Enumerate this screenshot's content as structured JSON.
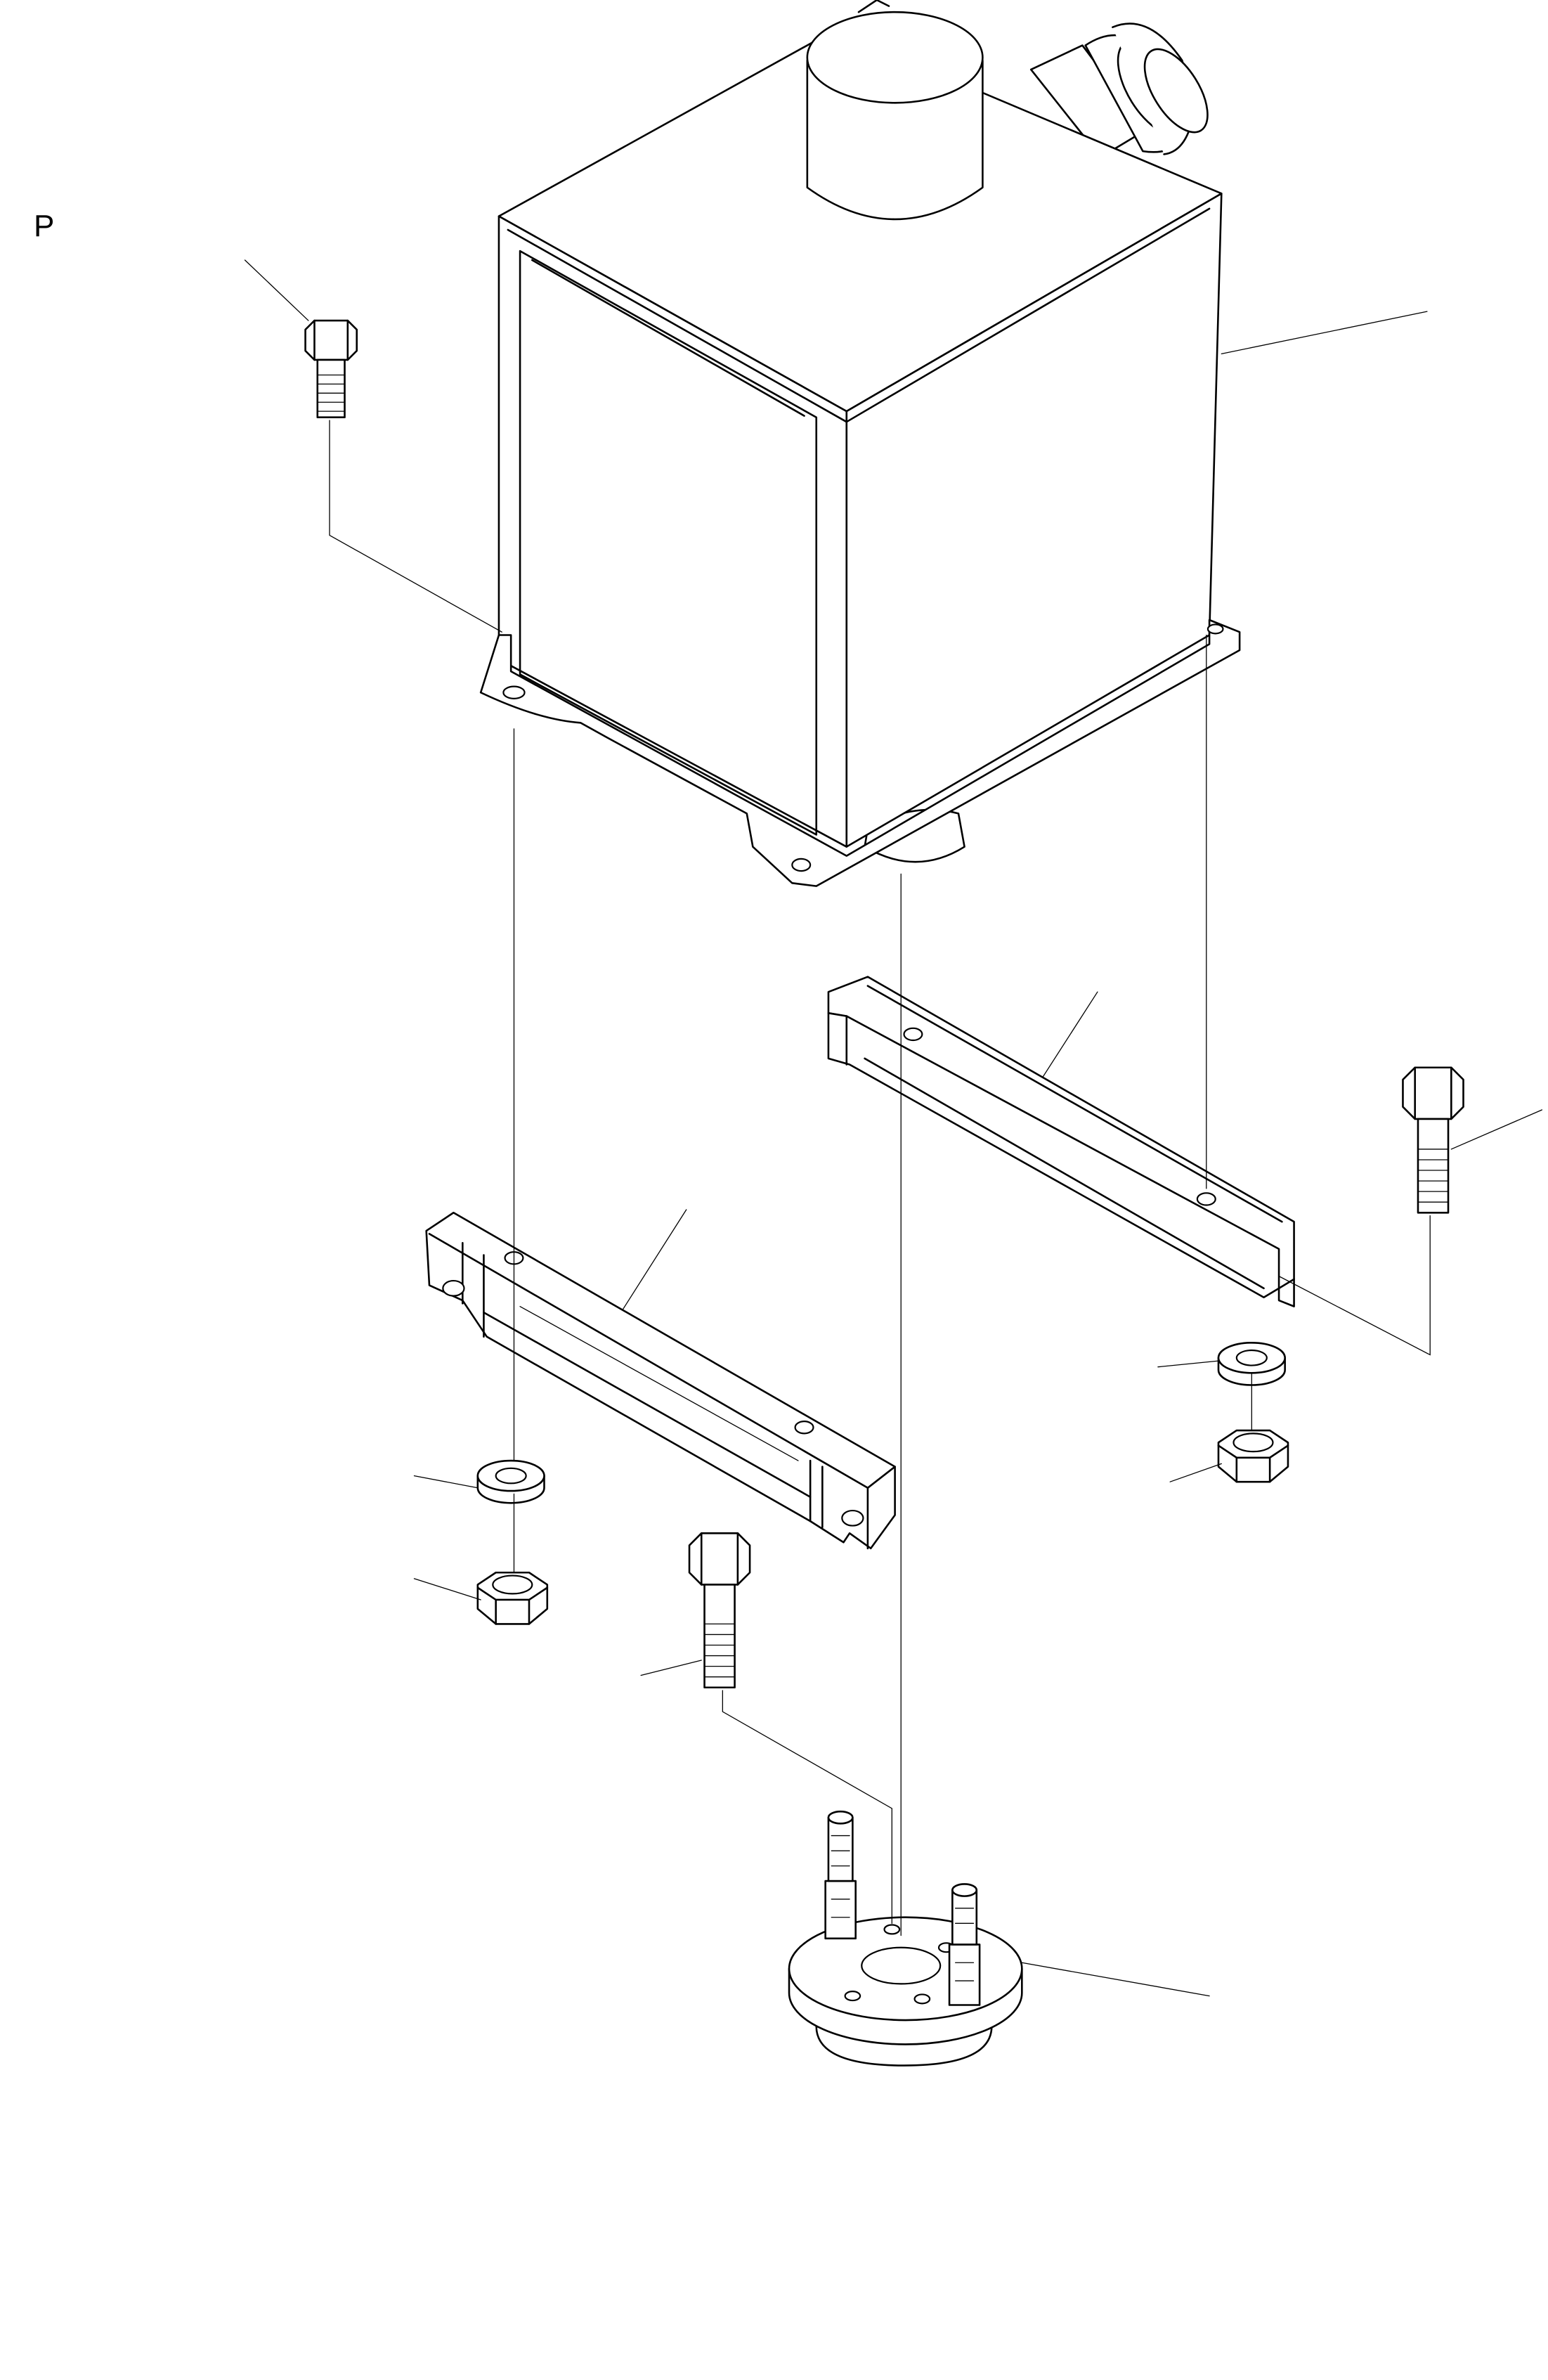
{
  "view_label": "P",
  "colors": {
    "line": "#000000",
    "background": "#ffffff"
  },
  "parts": [
    {
      "id": "tank",
      "label": ""
    },
    {
      "id": "bracket-right",
      "label": ""
    },
    {
      "id": "bracket-left",
      "label": ""
    },
    {
      "id": "bolt",
      "label": ""
    },
    {
      "id": "washer",
      "label": ""
    },
    {
      "id": "nut",
      "label": ""
    },
    {
      "id": "mount-flange",
      "label": ""
    }
  ]
}
